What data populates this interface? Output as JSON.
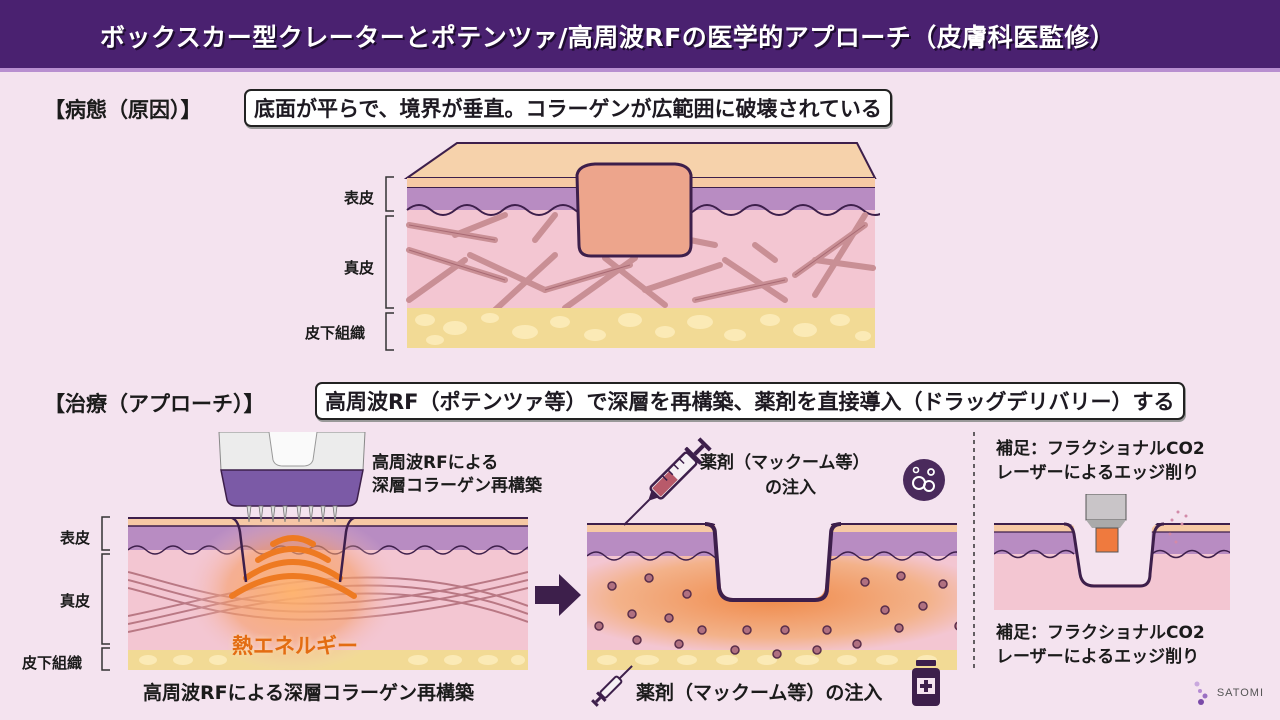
{
  "header": {
    "title": "ボックスカー型クレーターとポテンツァ/高周波RFの医学的アプローチ（皮膚科医監修）"
  },
  "pathology": {
    "label": "【病態（原因）】",
    "caption": "底面が平らで、境界が垂直。コラーゲンが広範囲に破壊されている",
    "layers": {
      "epidermis": "表皮",
      "dermis": "真皮",
      "subcutaneous": "皮下組織"
    }
  },
  "treatment": {
    "label": "【治療（アプローチ）】",
    "caption": "高周波RF（ポテンツァ等）で深層を再構築、薬剤を直接導入（ドラッグデリバリー）する",
    "layers": {
      "epidermis": "表皮",
      "dermis": "真皮",
      "subcutaneous": "皮下組織"
    },
    "rf_panel": {
      "top_text_line1": "高周波RFによる",
      "top_text_line2": "深層コラーゲン再構築",
      "heat_label": "熱エネルギー",
      "bottom_text": "高周波RFによる深層コラーゲン再構築"
    },
    "drug_panel": {
      "top_text_line1": "薬剤（マックーム等）",
      "top_text_line2": "の注入",
      "bottom_text": "薬剤（マックーム等）の注入"
    },
    "co2_panel": {
      "top_text_line1": "補足：フラクショナルCO2",
      "top_text_line2": "レーザーによるエッジ削り",
      "bottom_text_line1": "補足：フラクショナルCO2",
      "bottom_text_line2": "レーザーによるエッジ削り"
    }
  },
  "logo": {
    "text": "SATOMI"
  },
  "colors": {
    "title_bg": "#4a2170",
    "background": "#f4e3ef",
    "epidermis_top": "#f6cfa9",
    "epidermis": "#b38abf",
    "dermis": "#f2c4cf",
    "fat": "#f3dc97",
    "heat": "#f08a2a",
    "outline": "#3d1f4b"
  }
}
